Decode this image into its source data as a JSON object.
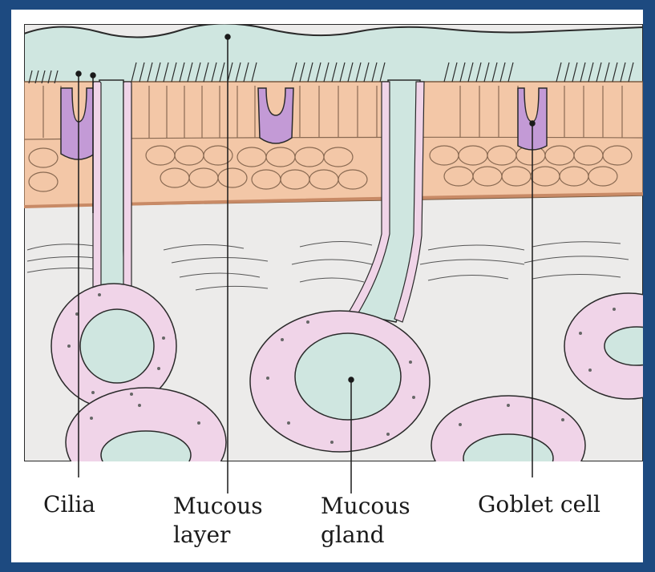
{
  "labels": {
    "cilia": "Cilia",
    "mucous_layer": "Mucous\nlayer",
    "mucous_gland": "Mucous\ngland",
    "goblet_cell": "Goblet cell"
  },
  "colors": {
    "background_frame": "#1d4a80",
    "mucus": "#cfe6e0",
    "epithelium": "#f3c7a7",
    "goblet_cell": "#c39ad6",
    "gland_cells": "#f0d4e8",
    "connective_tissue": "#ecebea",
    "outline": "#2a2a2a"
  }
}
